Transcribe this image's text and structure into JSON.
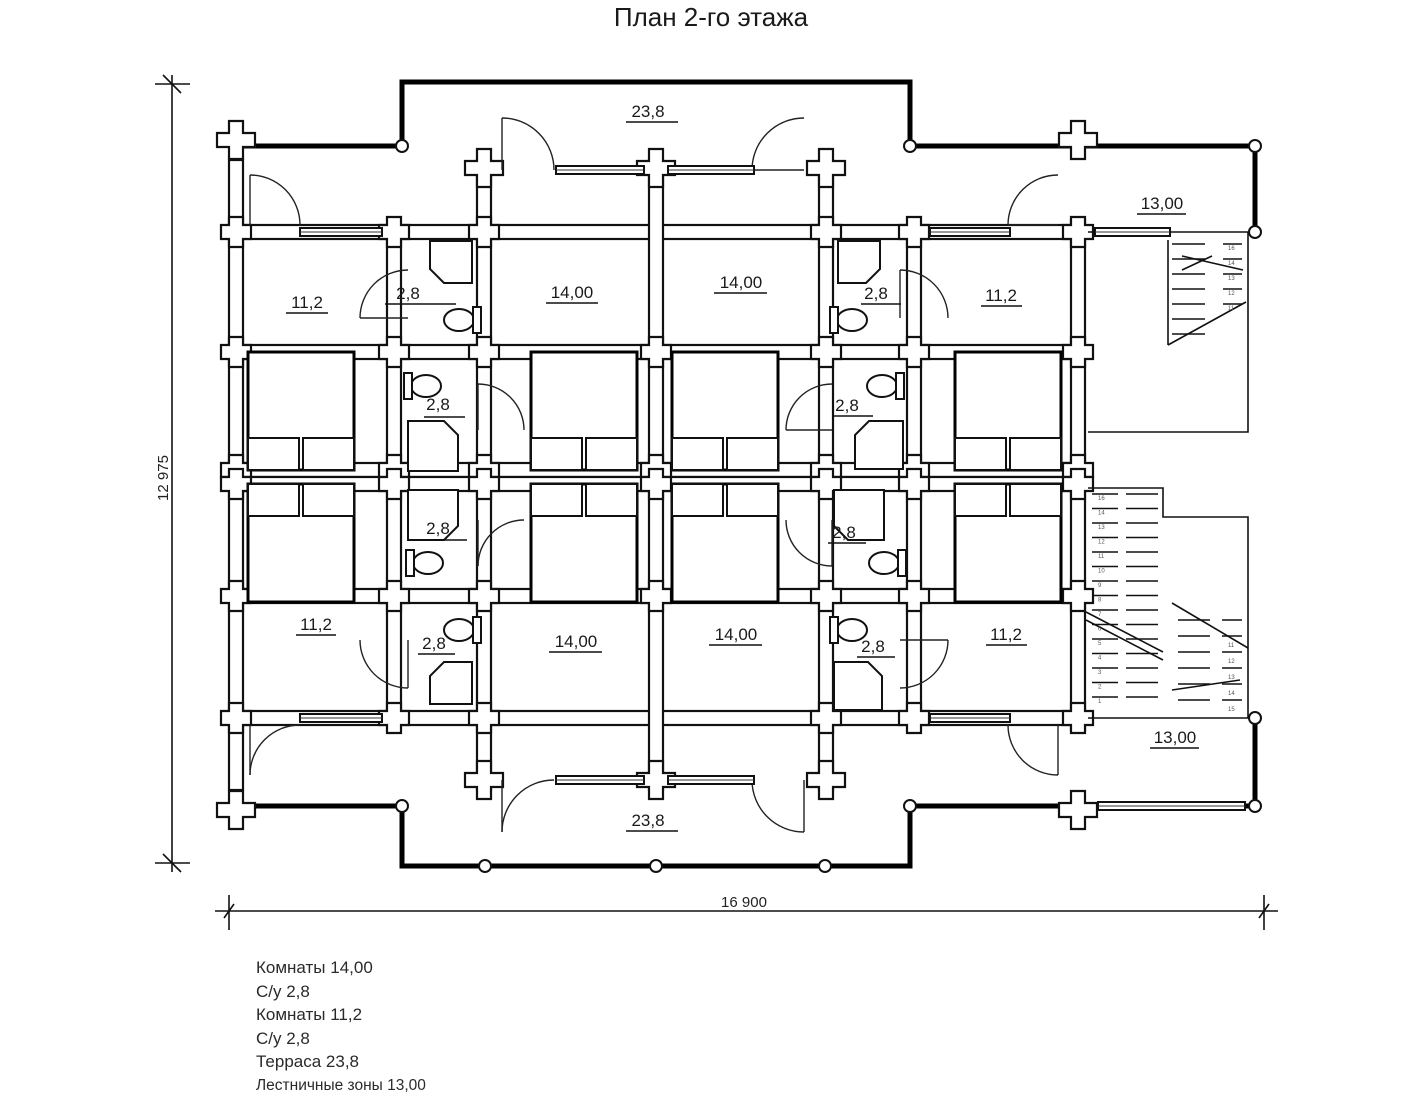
{
  "title": "План 2-го этажа",
  "dimensions": {
    "width_label": "16 900",
    "height_label": "12 975"
  },
  "rooms": [
    {
      "id": "terrace-top",
      "type": "terrace",
      "area": "23,8"
    },
    {
      "id": "terrace-bottom",
      "type": "terrace",
      "area": "23,8"
    },
    {
      "id": "room-top-left-14",
      "type": "room",
      "area": "14,00"
    },
    {
      "id": "room-top-right-14",
      "type": "room",
      "area": "14,00"
    },
    {
      "id": "room-bottom-left-14",
      "type": "room",
      "area": "14,00"
    },
    {
      "id": "room-bottom-right-14",
      "type": "room",
      "area": "14,00"
    },
    {
      "id": "room-top-left-11",
      "type": "room",
      "area": "11,2"
    },
    {
      "id": "room-top-right-11",
      "type": "room",
      "area": "11,2"
    },
    {
      "id": "room-bottom-left-11",
      "type": "room",
      "area": "11,2"
    },
    {
      "id": "room-bottom-right-11",
      "type": "room",
      "area": "11,2"
    },
    {
      "id": "bath-1",
      "type": "bathroom",
      "area": "2,8"
    },
    {
      "id": "bath-2",
      "type": "bathroom",
      "area": "2,8"
    },
    {
      "id": "bath-3",
      "type": "bathroom",
      "area": "2,8"
    },
    {
      "id": "bath-4",
      "type": "bathroom",
      "area": "2,8"
    },
    {
      "id": "bath-5",
      "type": "bathroom",
      "area": "2,8"
    },
    {
      "id": "bath-6",
      "type": "bathroom",
      "area": "2,8"
    },
    {
      "id": "bath-7",
      "type": "bathroom",
      "area": "2,8"
    },
    {
      "id": "bath-8",
      "type": "bathroom",
      "area": "2,8"
    },
    {
      "id": "stairs-top",
      "type": "stairs",
      "area": "13,00"
    },
    {
      "id": "stairs-bottom",
      "type": "stairs",
      "area": "13,00"
    }
  ],
  "stair_steps_top": [
    "16",
    "14",
    "13",
    "12",
    "11"
  ],
  "stair_steps_bottom_left": [
    "16",
    "14",
    "13",
    "12",
    "11",
    "10",
    "9",
    "8",
    "7",
    "6",
    "5",
    "4",
    "3",
    "2",
    "1"
  ],
  "stair_steps_bottom_right": [
    "11",
    "12",
    "13",
    "14",
    "15"
  ],
  "legend": [
    "Комнаты 14,00",
    "С/у 2,8",
    "Комнаты 11,2",
    "С/у 2,8",
    "Терраса 23,8",
    "Лестничные зоны  13,00"
  ]
}
